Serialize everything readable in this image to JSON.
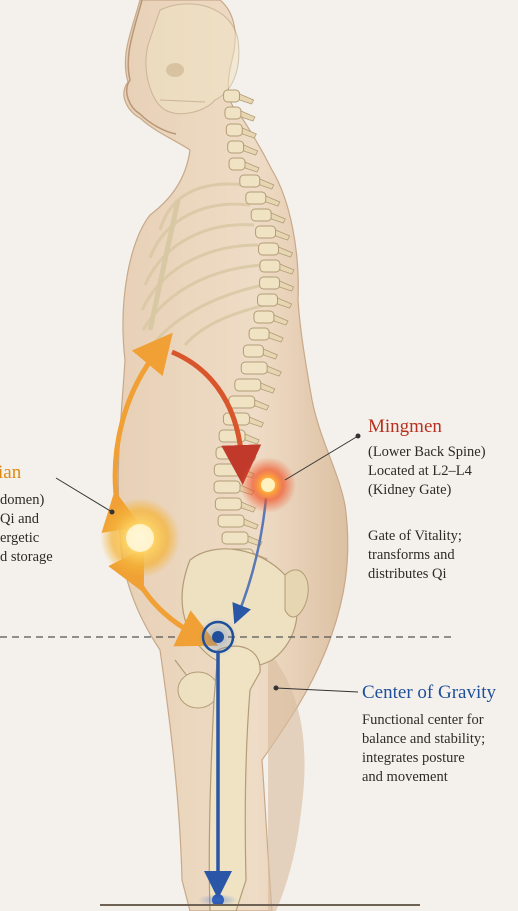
{
  "labels": {
    "left": {
      "title": "ian",
      "lines": [
        "domen)",
        "Qi and",
        "ergetic",
        "d storage"
      ]
    },
    "mingmen": {
      "title": "Mingmen",
      "sub_lines": [
        "(Lower Back Spine)",
        "Located at L2–L4",
        "(Kidney Gate)"
      ],
      "desc_lines": [
        "Gate of Vitality;",
        "transforms and",
        "distributes Qi"
      ]
    },
    "center_of_gravity": {
      "title": "Center of Gravity",
      "desc_lines": [
        "Functional center for",
        "balance and stability;",
        "integrates posture",
        "and movement"
      ]
    }
  },
  "colors": {
    "background": "#f4f1ec",
    "skin": "#ead6bf",
    "bone": "#efe3c4",
    "bone_shade": "#c9b48c",
    "orange_title": "#dd8a12",
    "red_title": "#b8311f",
    "blue_title": "#1f4f9a",
    "orange_arrow": "#f0a034",
    "red_arrow": "#d9552c",
    "blue_line": "#2a56a8",
    "text": "#2f2a25"
  },
  "icons": [
    "dantian-glow-icon",
    "mingmen-glow-icon",
    "center-of-gravity-target-icon"
  ]
}
